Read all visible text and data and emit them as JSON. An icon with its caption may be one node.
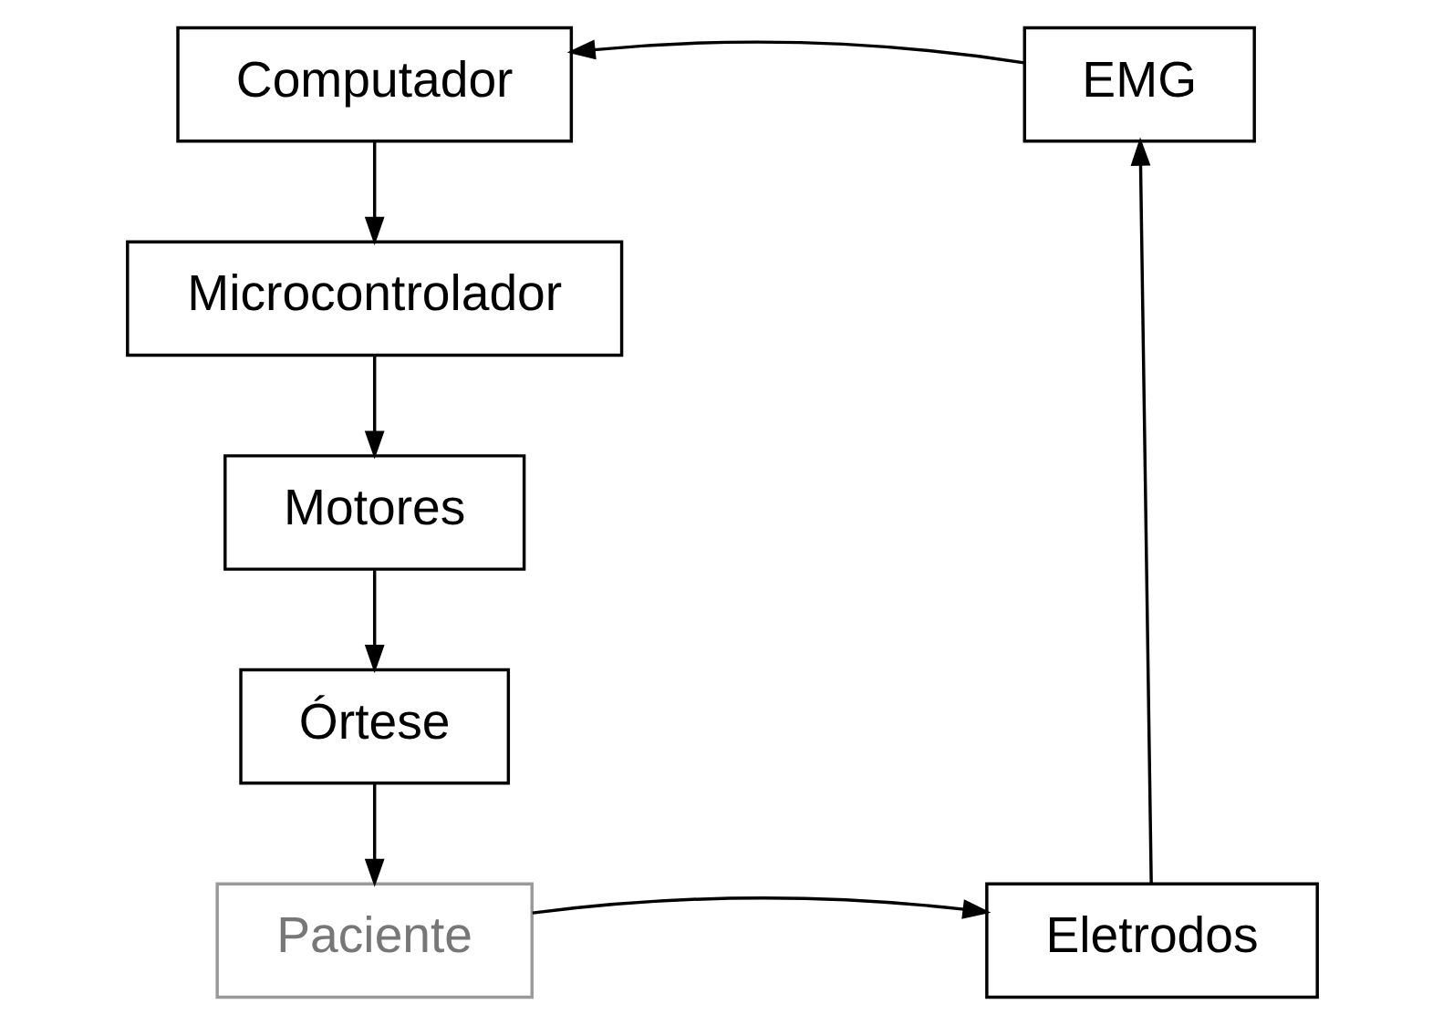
{
  "diagram": {
    "nodes": [
      {
        "text": [
          "Computador"
        ]
      },
      {
        "text": [
          "EMG"
        ]
      },
      {
        "text": [
          "Microcontrolador"
        ]
      },
      {
        "text": [
          "Motores"
        ]
      },
      {
        "text": [
          "Órtese"
        ]
      },
      {
        "text": [
          "Paciente"
        ]
      },
      {
        "text": [
          "Eletrodos"
        ]
      }
    ],
    "edges": [
      {
        "from": 1,
        "to": 0,
        "arrow": "to"
      },
      {
        "from": 0,
        "to": 2,
        "arrow": "to"
      },
      {
        "from": 2,
        "to": 3,
        "arrow": "to"
      },
      {
        "from": 3,
        "to": 4,
        "arrow": "to"
      },
      {
        "from": 4,
        "to": 5,
        "arrow": "to"
      },
      {
        "from": 5,
        "to": 6,
        "arrow": "to"
      },
      {
        "from": 6,
        "to": 1,
        "arrow": "to"
      }
    ]
  }
}
